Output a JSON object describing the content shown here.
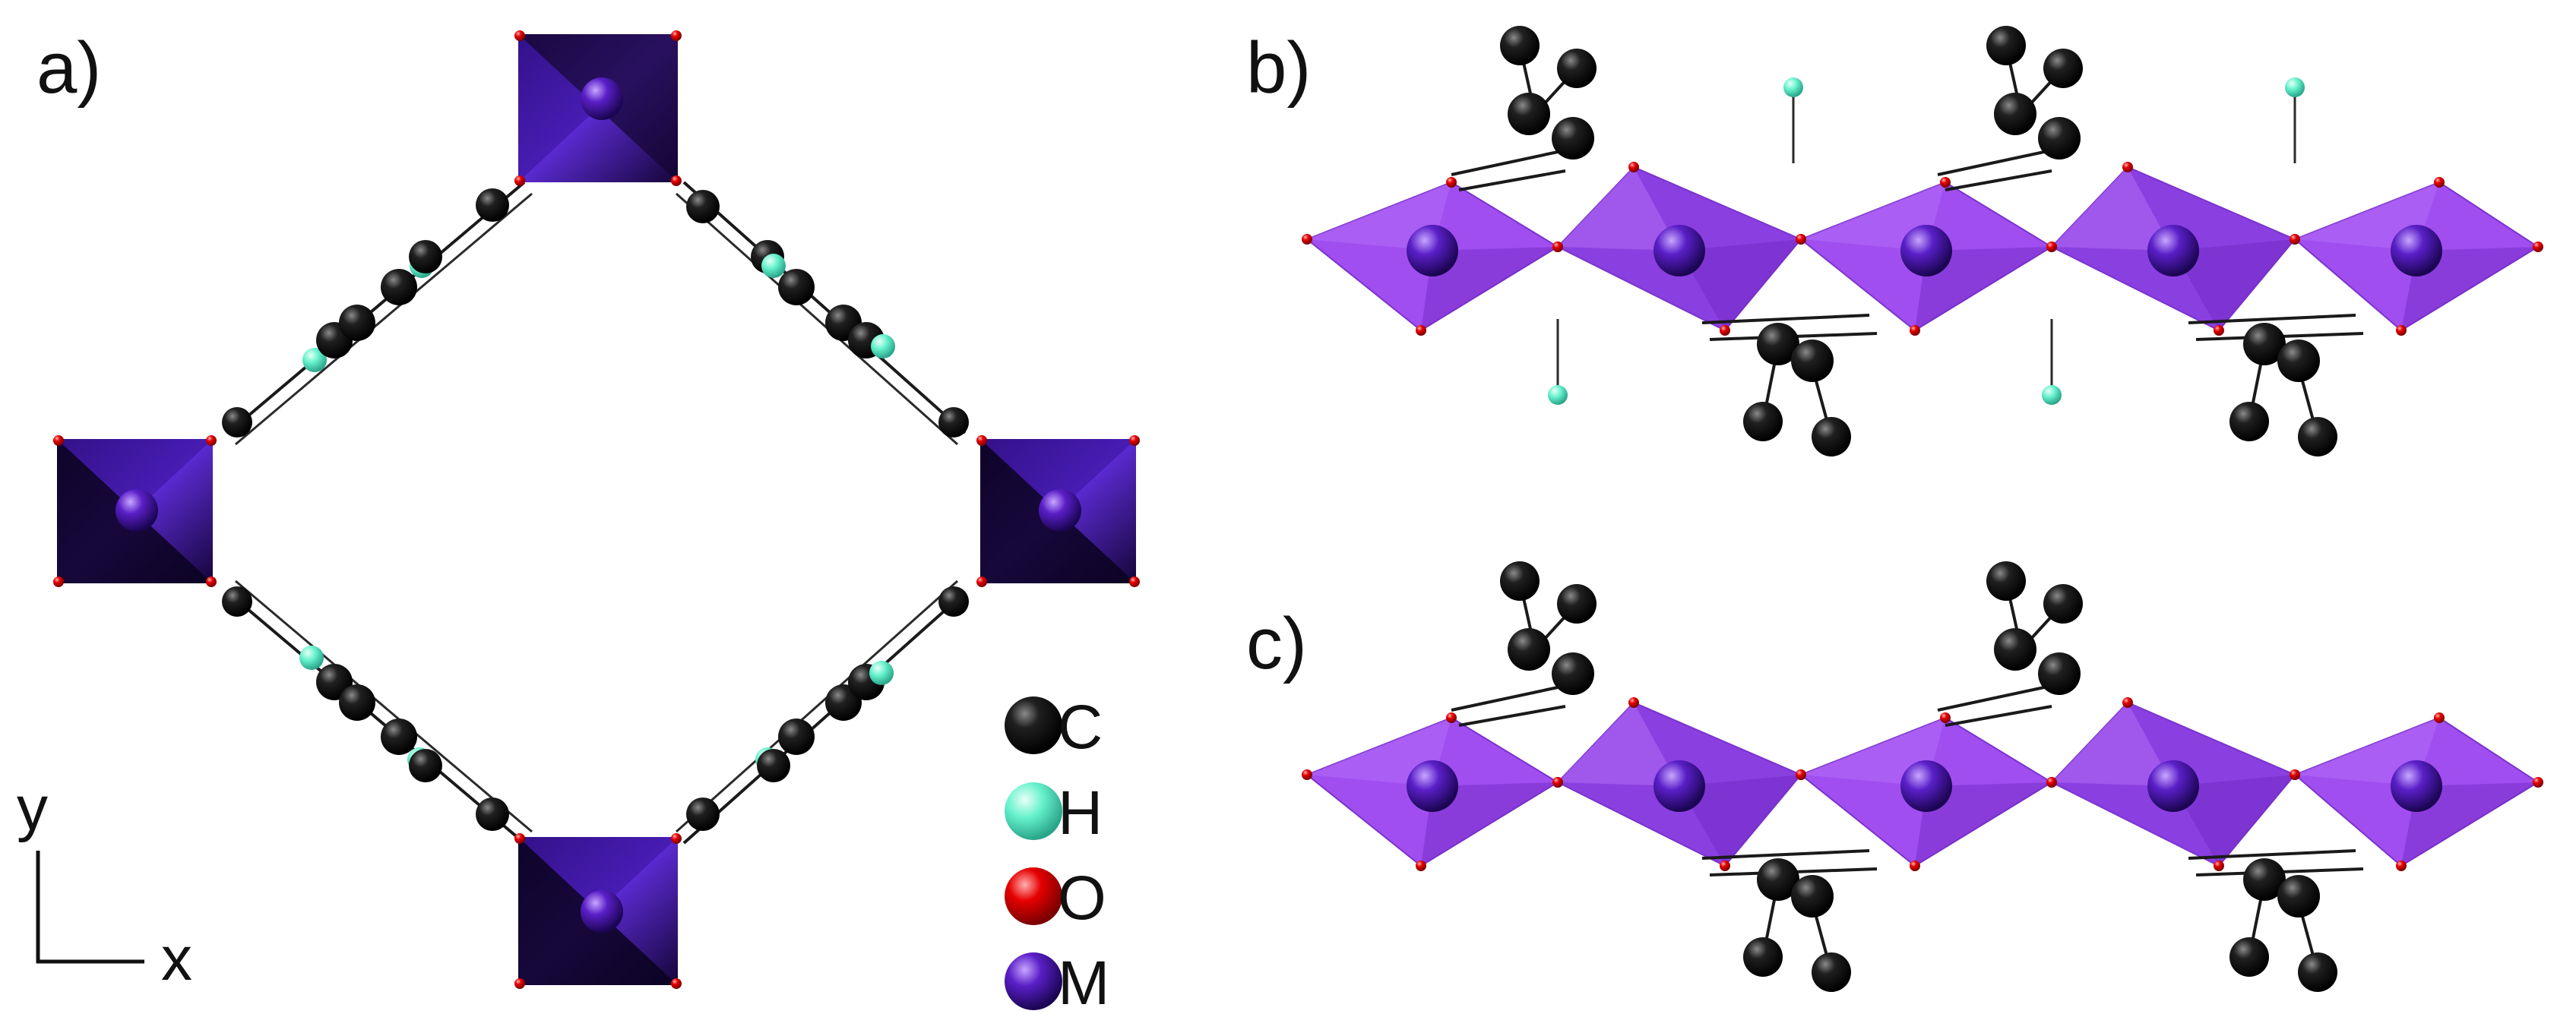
{
  "panels": {
    "a": "a)",
    "b": "b)",
    "c": "c)"
  },
  "legend": [
    {
      "symbol": "C",
      "color": "#000000"
    },
    {
      "symbol": "H",
      "color": "#66f2cc"
    },
    {
      "symbol": "O",
      "color": "#e60000"
    },
    {
      "symbol": "M",
      "color": "#5a1fc8"
    }
  ],
  "axes": {
    "x": "x",
    "y": "y"
  },
  "colors": {
    "carbon": "#000000",
    "hydrogen": "#66f2cc",
    "oxygen": "#e60000",
    "metal": "#5a1fc8",
    "octahedron_side": "#9a4fe8",
    "octahedron_dark": "#1a0a3a"
  }
}
